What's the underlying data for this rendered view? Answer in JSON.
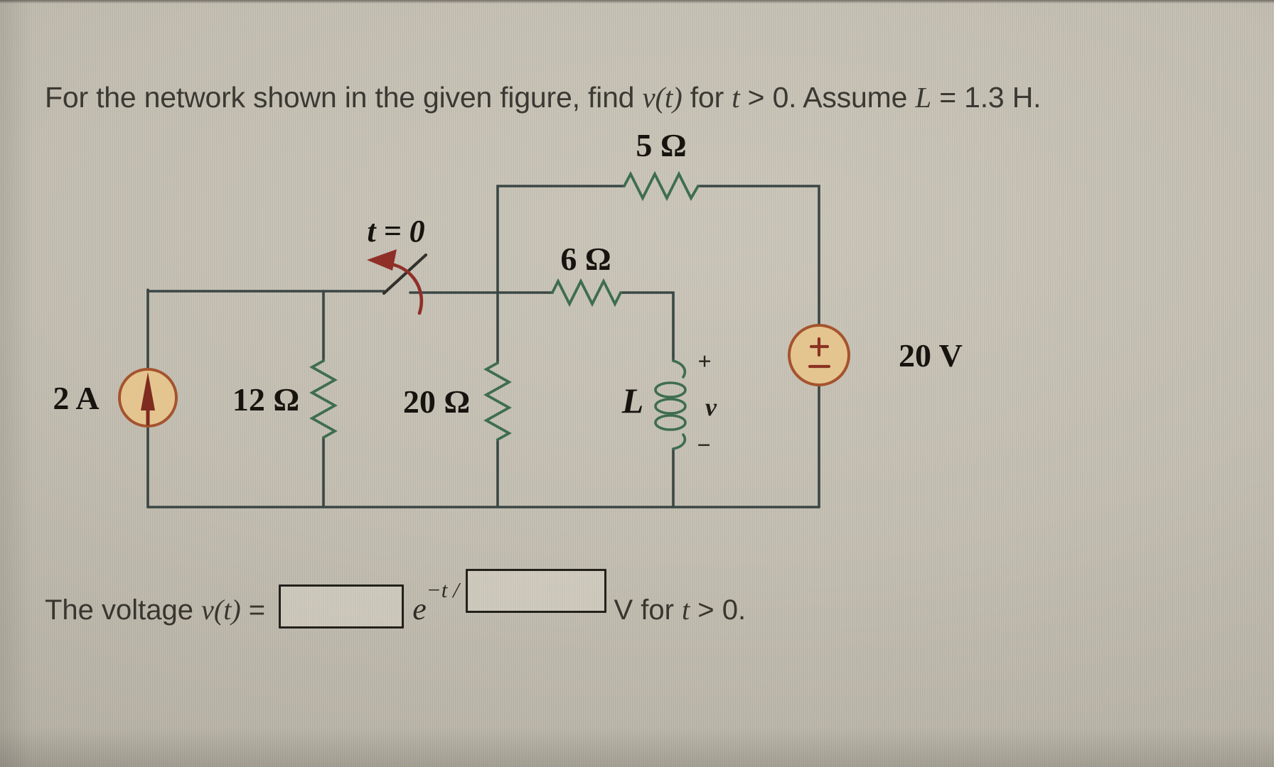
{
  "question": {
    "segments": {
      "s0": "For the network shown in the given figure, find ",
      "s1": "v(t)",
      "s2": " for ",
      "s3": "t",
      "s4": " > 0. Assume ",
      "s5": "L",
      "s6": " = 1.3 H."
    }
  },
  "circuit": {
    "switch_label": "t = 0",
    "resistor_top": "5 Ω",
    "resistor_middle": "6 Ω",
    "resistor_left": "12 Ω",
    "resistor_center": "20 Ω",
    "inductor_label": "L",
    "inductor_plus": "+",
    "inductor_v": "v",
    "inductor_minus": "−",
    "current_source_label": "2 A",
    "voltage_source_label": "20 V"
  },
  "answer": {
    "prefix": "The voltage ",
    "v_t": "v(t)",
    "equals": " = ",
    "coefficient_value": "",
    "exp_base": "e",
    "exp_sup": "−t / ",
    "tau_value": "",
    "unit": "V for ",
    "t_italic": "t",
    "suffix": " > 0."
  },
  "colors": {
    "wire": "#3b4745",
    "resistor_green": "#3e6d4f",
    "source_fill": "#e4c58f",
    "source_border": "#a5532e",
    "accent_red": "#8f2f28",
    "background": "#c5c0b3"
  }
}
